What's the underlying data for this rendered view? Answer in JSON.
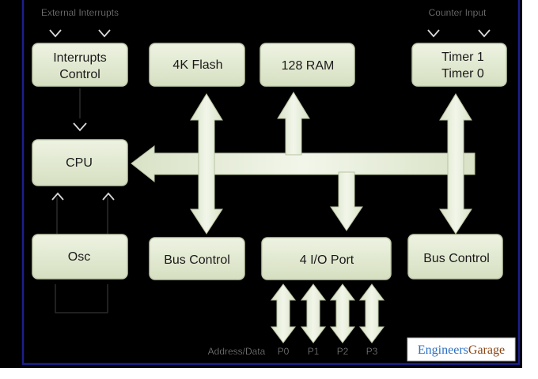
{
  "labels": {
    "external_interrupts": "External Interrupts",
    "counter_input": "Counter Input",
    "address_data": "Address/Data",
    "ports": [
      "P0",
      "P1",
      "P2",
      "P3"
    ]
  },
  "blocks": {
    "interrupts_control_line1": "Interrupts",
    "interrupts_control_line2": "Control",
    "flash": "4K Flash",
    "ram": "128 RAM",
    "timer1": "Timer 1",
    "timer0": "Timer 0",
    "cpu": "CPU",
    "osc": "Osc",
    "bus_control_left": "Bus Control",
    "io_port": "4 I/O Port",
    "bus_control_right": "Bus Control"
  },
  "logo": {
    "part1": "Engineers",
    "part2": "Garage"
  },
  "colors": {
    "background": "#000000",
    "frame": "#1c1f8c",
    "block_fill": "#e4ebd3",
    "arrow_fill": "#e8eedb",
    "logo_blue": "#2b6fc6",
    "logo_brown": "#8b4513"
  }
}
